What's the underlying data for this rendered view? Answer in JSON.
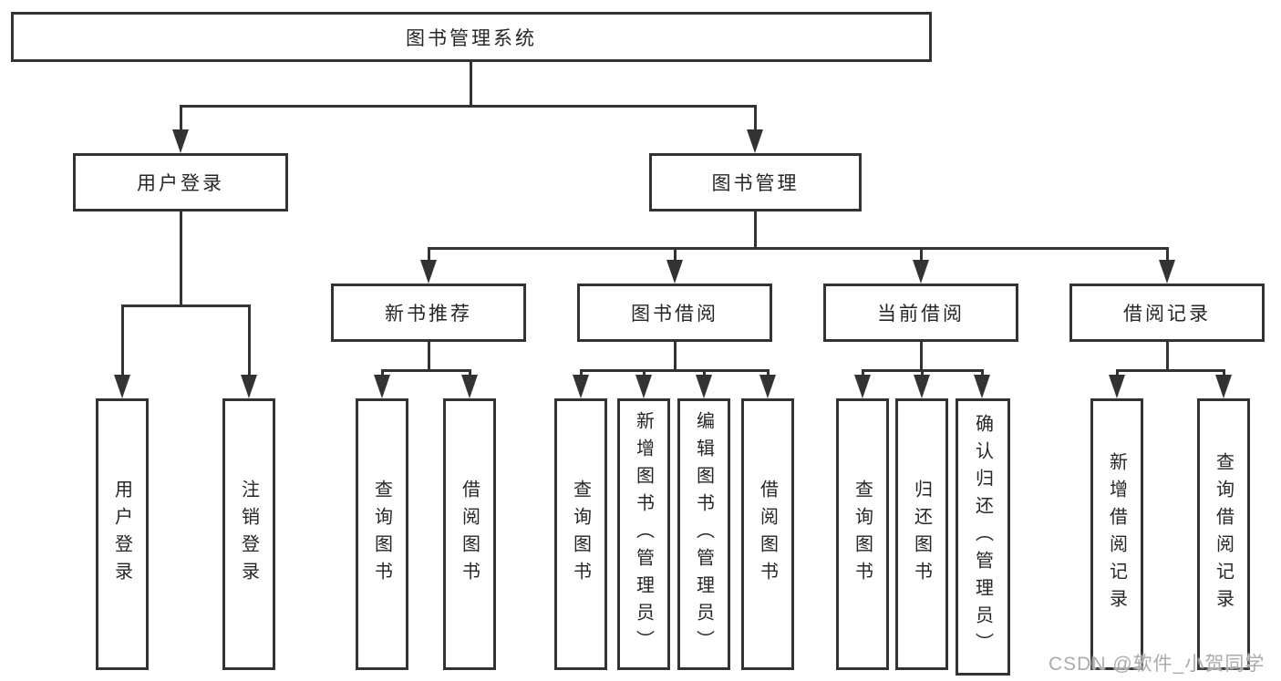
{
  "diagram": {
    "type": "hierarchy-chart",
    "colors": {
      "background": "#ffffff",
      "box_fill": "#ffffff",
      "box_border": "#333333",
      "line": "#333333",
      "text": "#262626",
      "watermark": "#acacac"
    },
    "tree": {
      "label": "图书管理系统",
      "children": [
        {
          "label": "用户登录",
          "children": [
            {
              "label": "用户登录"
            },
            {
              "label": "注销登录"
            }
          ]
        },
        {
          "label": "图书管理",
          "children": [
            {
              "label": "新书推荐",
              "children": [
                {
                  "label": "查询图书"
                },
                {
                  "label": "借阅图书"
                }
              ]
            },
            {
              "label": "图书借阅",
              "children": [
                {
                  "label": "查询图书"
                },
                {
                  "label": "新增图书（管理员）"
                },
                {
                  "label": "编辑图书（管理员）"
                },
                {
                  "label": "借阅图书"
                }
              ]
            },
            {
              "label": "当前借阅",
              "children": [
                {
                  "label": "查询图书"
                },
                {
                  "label": "归还图书"
                },
                {
                  "label": "确认归还（管理员）"
                }
              ]
            },
            {
              "label": "借阅记录",
              "children": [
                {
                  "label": "新增借阅记录"
                },
                {
                  "label": "查询借阅记录"
                }
              ]
            }
          ]
        }
      ]
    },
    "watermark": {
      "text": "CSDN @软件_小贺同学"
    }
  }
}
